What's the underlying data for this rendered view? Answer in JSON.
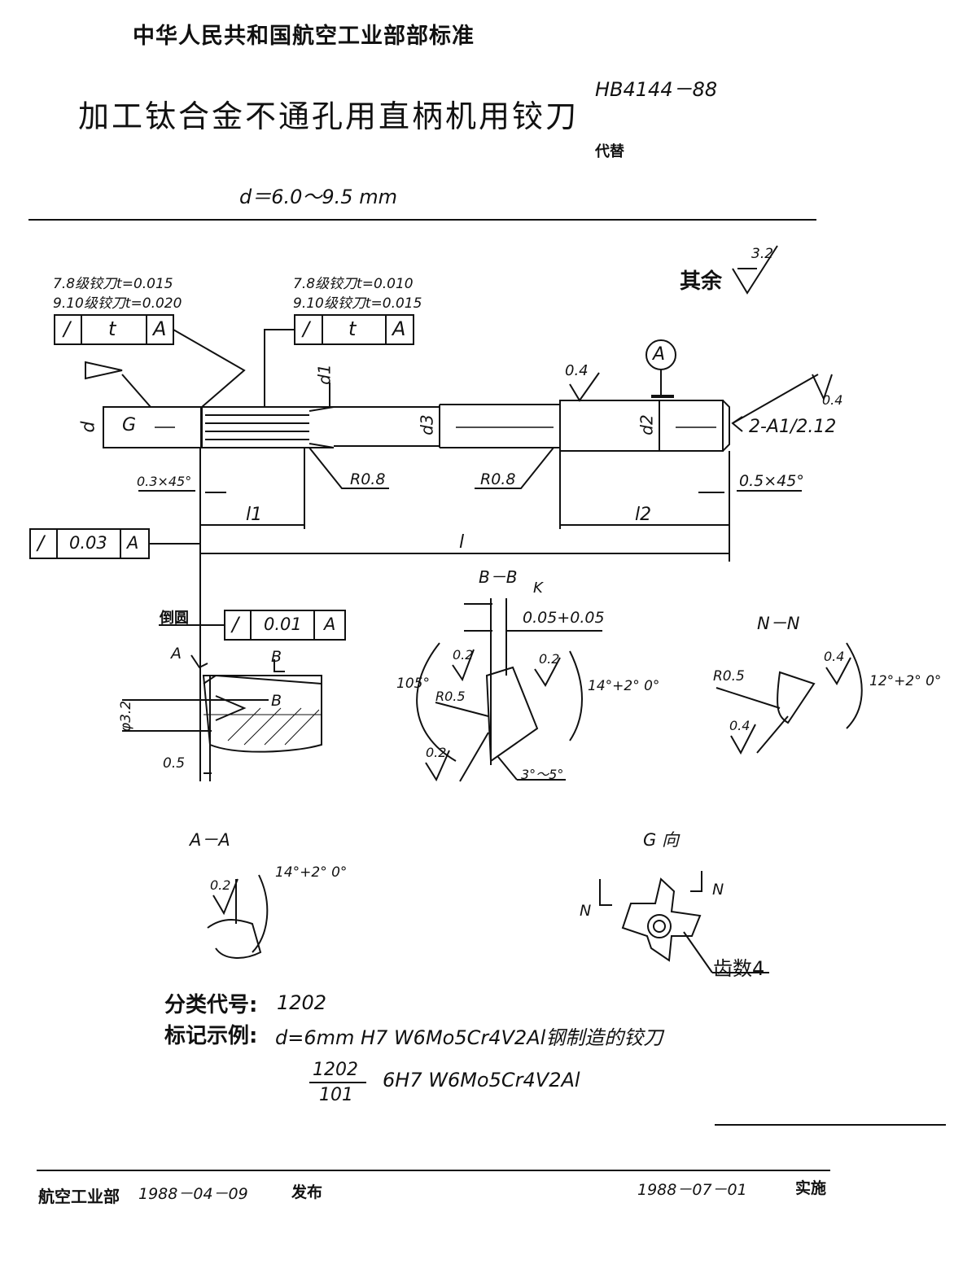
{
  "header": {
    "org_standard": "中华人民共和国航空工业部部标准",
    "title": "加工钛合金不通孔用直柄机用铰刀",
    "standard_no": "HB4144－88",
    "replaces": "代替",
    "range": "d＝6.0～9.5 mm"
  },
  "drawing": {
    "roughness_rest_label": "其余",
    "roughness_rest_value": "3.2",
    "tol_left_line1": "7.8级铰刀t=0.015",
    "tol_left_line2": "9.10级铰刀t=0.020",
    "tol_right_line1": "7.8级铰刀t=0.010",
    "tol_right_line2": "9.10级铰刀t=0.015",
    "frame_sym": "/",
    "frame_t": "t",
    "frame_a": "A",
    "frame_runout": "0.03",
    "frame_chamfer": "0.01",
    "datum": "A",
    "dim_d": "d",
    "dim_d1": "d1",
    "dim_d2": "d2",
    "dim_d3": "d3",
    "view_g": "G",
    "rough_04": "0.4",
    "rough_04b": "0.4",
    "center_hole": "2-A1/2.12",
    "r08_left": "R0.8",
    "r08_right": "R0.8",
    "chamfer_03": "0.3×45°",
    "chamfer_05": "0.5×45°",
    "len_l1": "l1",
    "len_l2": "l2",
    "len_l": "l",
    "daoyuan": "倒圆",
    "sec_a_mark": "A",
    "sec_b_mark": "B",
    "sec_b_mark2": "B",
    "phi32": "φ3.2",
    "dim_05": "0.5",
    "bb_title": "B－B",
    "bb_k": "K",
    "bb_k_val": "0.05+0.05",
    "bb_105": "105°",
    "bb_r05": "R0.5",
    "bb_02a": "0.2",
    "bb_02b": "0.2",
    "bb_02c": "0.2",
    "bb_14": "14°+2° 0°",
    "bb_3_5": "3°～5°",
    "nn_title": "N－N",
    "nn_r05": "R0.5",
    "nn_04a": "0.4",
    "nn_04b": "0.4",
    "nn_12": "12°+2° 0°",
    "aa_title": "A－A",
    "aa_02": "0.2",
    "aa_14": "14°+2° 0°",
    "g_title": "G 向",
    "g_n1": "N",
    "g_n2": "N",
    "g_teeth": "齿数4"
  },
  "notes": {
    "class_label": "分类代号:",
    "class_value": "1202",
    "example_label": "标记示例:",
    "example_text": "d=6mm  H7  W6Mo5Cr4V2Al钢制造的铰刀",
    "fraction_top": "1202",
    "fraction_bottom": "101",
    "example_code": "6H7  W6Mo5Cr4V2Al"
  },
  "footer": {
    "issuer": "航空工业部",
    "issue_date": "1988－04－09",
    "issue_label": "发布",
    "effective_date": "1988－07－01",
    "effective_label": "实施"
  }
}
